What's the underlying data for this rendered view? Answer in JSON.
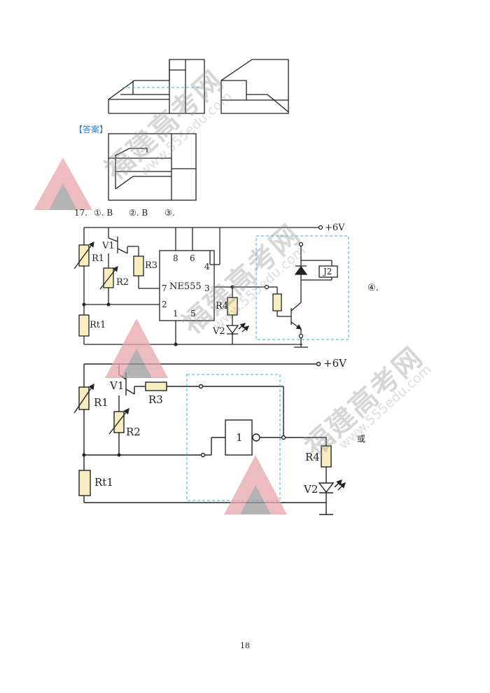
{
  "answer_label": "【答案】",
  "question_line": {
    "number": "17.",
    "part1": "①. B",
    "part2": "②. B",
    "part3": "③."
  },
  "part4_label": "④.",
  "or_label": "或",
  "page_number": "18",
  "watermark": {
    "brand": "福建高考网",
    "url": "www.555edu.com"
  },
  "circuit1": {
    "supply": "+6V",
    "chip": "NE555",
    "pins": [
      "8",
      "6",
      "4",
      "7",
      "3",
      "2",
      "1",
      "5"
    ],
    "labels": {
      "v1": "V1",
      "r1": "R1",
      "r2": "R2",
      "r3": "R3",
      "r4": "R4",
      "rt1": "Rt1",
      "v2": "V2",
      "relay": "J2"
    }
  },
  "circuit2": {
    "supply": "+6V",
    "gate": "1",
    "labels": {
      "v1": "V1",
      "r1": "R1",
      "r2": "R2",
      "r3": "R3",
      "r4": "R4",
      "rt1": "Rt1",
      "v2": "V2"
    }
  },
  "colors": {
    "resistor_fill": "#f7edbf",
    "dashed_box": "#3aaee0",
    "answer_blue": "#2b7fc4",
    "logo_red": "#e8a6ac",
    "logo_gray": "#9a9a9a"
  }
}
